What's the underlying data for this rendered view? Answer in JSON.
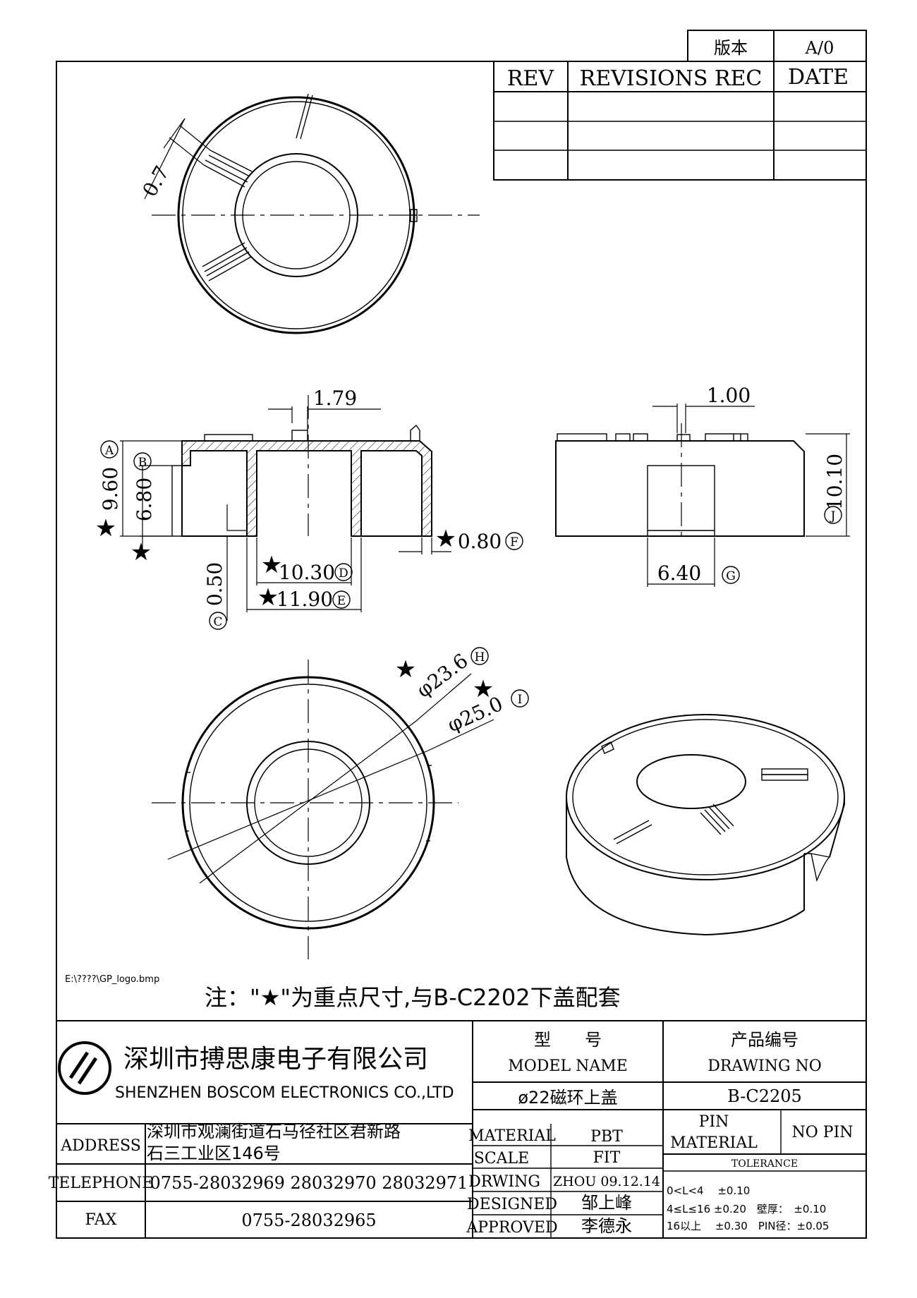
{
  "revision_box": {
    "version_label": "版本",
    "version_value": "A/0"
  },
  "revision_table": {
    "headers": [
      "REV",
      "REVISIONS REC",
      "DATE"
    ]
  },
  "dims": {
    "d_0_7": "0.7",
    "d_1_79": "1.79",
    "d_1_00": "1.00",
    "d_9_60": "9.60",
    "d_6_80": "6.80",
    "d_0_50": "0.50",
    "d_0_80": "0.80",
    "d_10_30": "10.30",
    "d_11_90": "11.90",
    "d_6_40": "6.40",
    "d_10_10": "10.10",
    "d_23_6": "φ23.6",
    "d_25_0": "φ25.0"
  },
  "refs": {
    "A": "A",
    "B": "B",
    "C": "C",
    "D": "D",
    "E": "E",
    "F": "F",
    "G": "G",
    "H": "H",
    "I": "I",
    "J": "J"
  },
  "logo_path": "E:\\????\\GP_logo.bmp",
  "note": "注：\"★\"为重点尺寸,与B-C2202下盖配套",
  "company": {
    "name_cn": "深圳市搏思康电子有限公司",
    "name_en": "SHENZHEN BOSCOM ELECTRONICS CO.,LTD"
  },
  "model": {
    "label_cn": "型　　号",
    "label_en": "MODEL NAME",
    "value": "ø22磁环上盖"
  },
  "drawing_no": {
    "label_cn": "产品编号",
    "label_en": "DRAWING NO",
    "value": "B-C2205"
  },
  "address": {
    "label": "ADDRESS",
    "line1": "深圳市观澜街道石马径社区君新路",
    "line2": "石三工业区146号"
  },
  "telephone": {
    "label": "TELEPHONE",
    "value": "0755-28032969 28032970 28032971"
  },
  "fax": {
    "label": "FAX",
    "value": "0755-28032965"
  },
  "specs": {
    "material_label": "MATERIAL",
    "material_value": "PBT",
    "scale_label": "SCALE",
    "scale_value": "FIT",
    "drawing_label": "DRWING",
    "drawing_value": "ZHOU 09.12.14",
    "designed_label": "DESIGNED",
    "designed_value": "邹上峰",
    "approved_label": "APPROVED",
    "approved_value": "李德永"
  },
  "pin": {
    "label_line1": "PIN",
    "label_line2": "MATERIAL",
    "value": "NO PIN"
  },
  "tolerance": {
    "label": "TOLERANCE",
    "row1": "0<L<4　 ±0.10",
    "row2": "4≤L≤16 ±0.20　壁厚：　±0.10",
    "row3": "16以上　 ±0.30　PIN径：±0.05"
  }
}
